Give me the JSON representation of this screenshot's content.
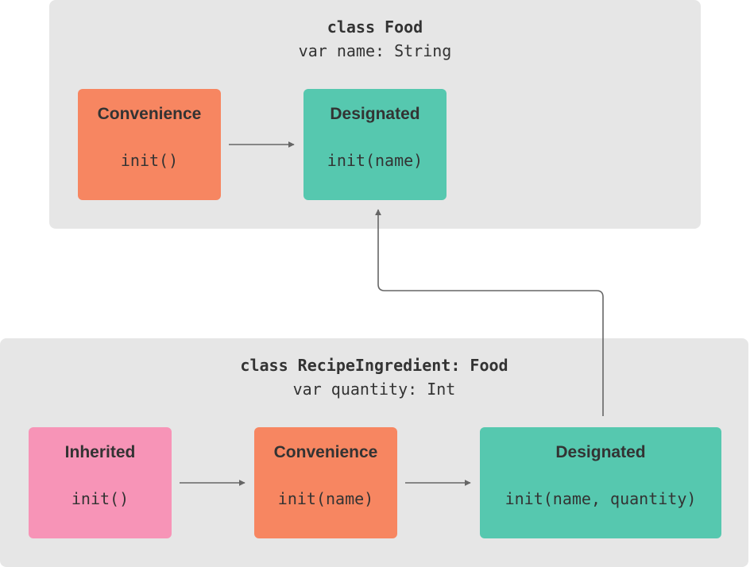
{
  "colors": {
    "panel": "#e6e6e6",
    "convenience": "#f78661",
    "designated": "#56c8af",
    "inherited": "#f794b7",
    "text": "#333333",
    "arrow": "#666666"
  },
  "food": {
    "title": "class Food",
    "property": "var name: String",
    "convenience": {
      "kind": "Convenience",
      "init": "init()"
    },
    "designated": {
      "kind": "Designated",
      "init": "init(name)"
    }
  },
  "recipe": {
    "title": "class RecipeIngredient: Food",
    "property": "var quantity: Int",
    "inherited": {
      "kind": "Inherited",
      "init": "init()"
    },
    "convenience": {
      "kind": "Convenience",
      "init": "init(name)"
    },
    "designated": {
      "kind": "Designated",
      "init": "init(name, quantity)"
    }
  }
}
